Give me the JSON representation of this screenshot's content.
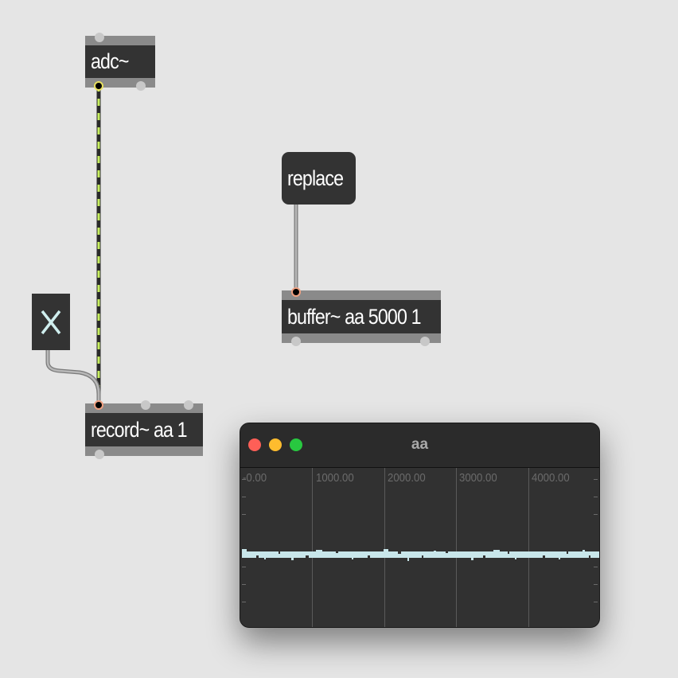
{
  "patcher": {
    "objects": {
      "adc": {
        "text": "adc~"
      },
      "record": {
        "text": "record~ aa 1"
      },
      "buffer": {
        "text": "buffer~ aa 5000 1"
      },
      "replace_message": {
        "text": "replace"
      },
      "toggle": {
        "state": "on",
        "glyph": "X"
      }
    },
    "cables": [
      {
        "from": "adc~ outlet 0",
        "to": "record~ inlet 0",
        "type": "signal"
      },
      {
        "from": "toggle",
        "to": "record~ inlet 0",
        "type": "control"
      },
      {
        "from": "replace",
        "to": "buffer~ inlet 0",
        "type": "control"
      }
    ]
  },
  "buffer_window": {
    "title": "aa",
    "traffic_lights": {
      "close": "#fe5f57",
      "minimize": "#febc2e",
      "zoom": "#28c840"
    },
    "x_tick_labels": [
      "-0.00",
      "1000.00",
      "2000.00",
      "3000.00",
      "4000.00"
    ],
    "waveform_color": "#c8e6ea"
  },
  "colors": {
    "canvas": "#e5e5e5",
    "object_body": "#333333",
    "object_strip": "#8a8a8a",
    "signal_cable_dash": "#c8f060",
    "control_cable": "#a0a0a0"
  }
}
